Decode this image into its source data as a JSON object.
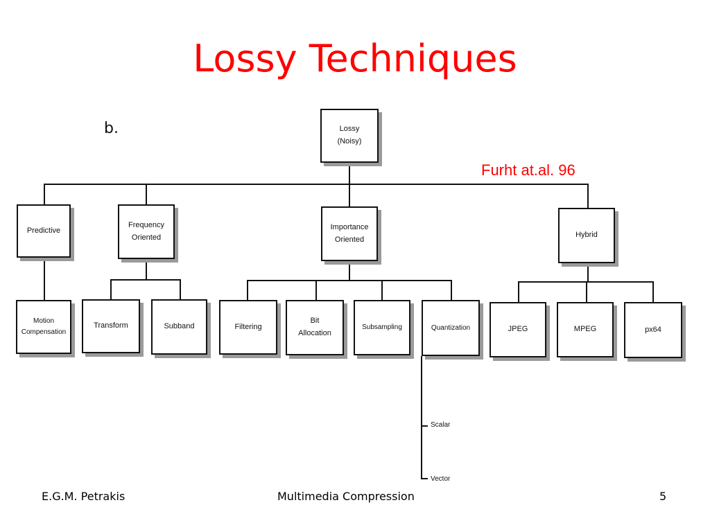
{
  "title": "Lossy Techniques",
  "figure_label": "b.",
  "citation": "Furht at.al. 96",
  "diagram": {
    "root": "Lossy\n(Noisy)",
    "categories": {
      "predictive": "Predictive",
      "frequency": "Frequency\nOriented",
      "importance": "Importance\nOriented",
      "hybrid": "Hybrid"
    },
    "techniques": {
      "motion": "Motion\nCompensation",
      "transform": "Transform",
      "subband": "Subband",
      "filtering": "Filtering",
      "bit_allocation": "Bit\nAllocation",
      "subsampling": "Subsampling",
      "quantization": "Quantization",
      "jpeg": "JPEG",
      "mpeg": "MPEG",
      "px64": "px64"
    },
    "quantization_types": [
      "Scalar",
      "Vector"
    ]
  },
  "footer": {
    "author": "E.G.M. Petrakis",
    "course": "Multimedia Compression",
    "page": "5"
  }
}
